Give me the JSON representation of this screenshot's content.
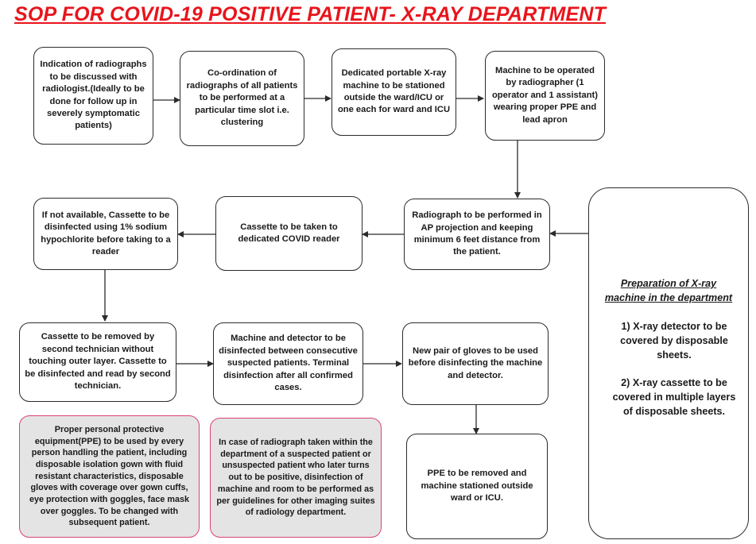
{
  "title": "SOP FOR COVID-19 POSITIVE PATIENT- X-RAY DEPARTMENT",
  "steps": {
    "indication": "Indication of radiographs to be discussed with radiologist.(Ideally to be done for follow up in severely symptomatic patients)",
    "coordination": "Co-ordination of radiographs of all patients to be performed at a particular time slot i.e. clustering",
    "portable_machine": "Dedicated portable X-ray machine to be stationed outside the ward/ICU or one each for ward and ICU",
    "operator": "Machine to be operated by radiographer (1 operator and 1 assistant) wearing proper PPE and lead apron",
    "ap_projection": "Radiograph to be performed in AP projection and keeping minimum 6 feet distance from the patient.",
    "covid_reader": "Cassette to be taken to dedicated COVID reader",
    "hypochlorite": "If not available, Cassette to be disinfected using 1% sodium hypochlorite before taking to a reader",
    "cassette_removed": "Cassette to be removed by second technician without touching outer layer. Cassette to be disinfected and read by second technician.",
    "machine_disinfected": "Machine and detector to be disinfected between consecutive suspected patients. Terminal disinfection after all confirmed cases.",
    "new_gloves": "New pair of gloves to be used before disinfecting the machine and detector.",
    "ppe_removed": "PPE to be removed and machine stationed outside ward or ICU."
  },
  "notes": {
    "ppe": "Proper personal protective equipment(PPE) to be used by every person handling the patient, including disposable isolation gown with fluid resistant characteristics, disposable gloves with coverage over gown cuffs, eye protection with goggles, face mask over goggles. To be changed with subsequent patient.",
    "in_department": "In case of radiograph taken within the department of a suspected patient or unsuspected patient who later turns out to be positive, disinfection of machine and room to be performed as per guidelines for other imaging suites of radiology department."
  },
  "preparation": {
    "heading": "Preparation of X-ray machine in the department",
    "item1": "1) X-ray detector to be covered by disposable sheets.",
    "item2": "2) X-ray cassette to be covered in multiple layers of disposable sheets."
  }
}
